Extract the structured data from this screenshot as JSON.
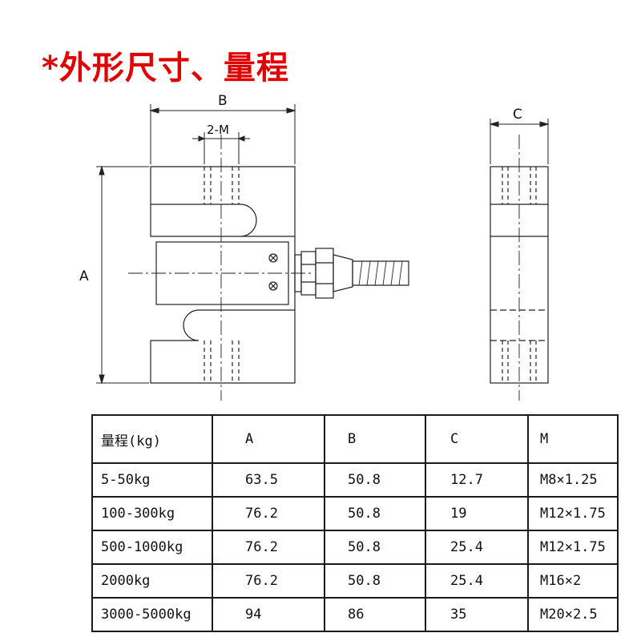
{
  "title": "*外形尺寸、量程",
  "drawing": {
    "dim_a": "A",
    "dim_b": "B",
    "dim_c": "C",
    "dim_thread": "2-M"
  },
  "table": {
    "headers": [
      "量程(kg)",
      "A",
      "B",
      "C",
      "M"
    ],
    "rows": [
      [
        "5-50kg",
        "63.5",
        "50.8",
        "12.7",
        "M8×1.25"
      ],
      [
        "100-300kg",
        "76.2",
        "50.8",
        "19",
        "M12×1.75"
      ],
      [
        "500-1000kg",
        "76.2",
        "50.8",
        "25.4",
        "M12×1.75"
      ],
      [
        "2000kg",
        "76.2",
        "50.8",
        "25.4",
        "M16×2"
      ],
      [
        "3000-5000kg",
        "94",
        "86",
        "35",
        "M20×2.5"
      ]
    ]
  }
}
